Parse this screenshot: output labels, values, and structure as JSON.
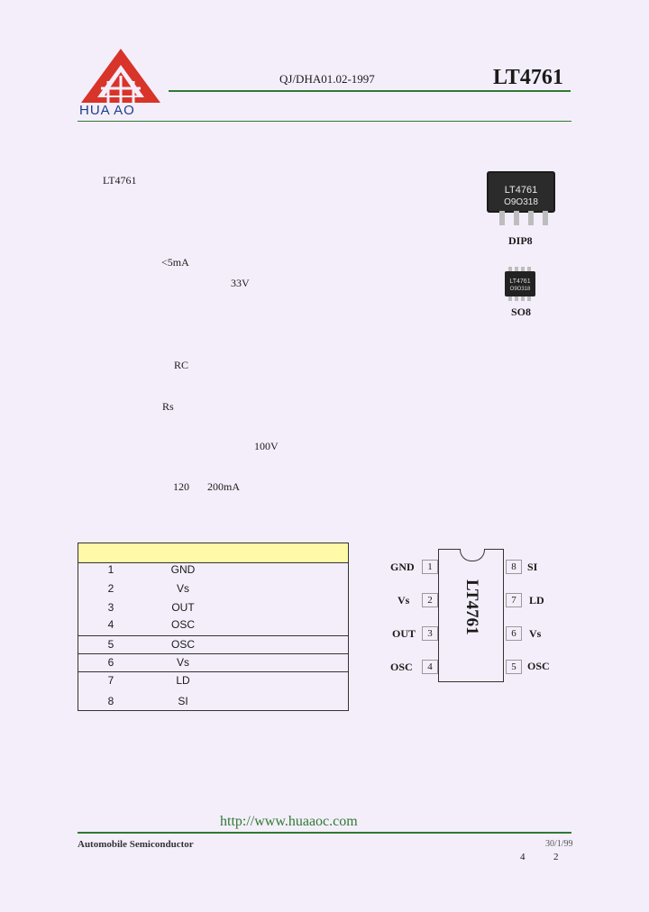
{
  "header": {
    "logo_text": "HUA AO",
    "doc_code": "QJ/DHA01.02-1997",
    "part_number": "LT4761"
  },
  "body": {
    "fragments": [
      "LT4761",
      "<5mA",
      "33V",
      "RC",
      "Rs",
      "100V",
      "120",
      "200mA"
    ]
  },
  "packages": {
    "dip_marking_1": "LT4761",
    "dip_marking_2": "O9O318",
    "dip_label": "DIP8",
    "so_marking_1": "LT4761",
    "so_marking_2": "O9O318",
    "so_label": "SO8"
  },
  "pin_table": {
    "rows": [
      {
        "num": "1",
        "name": "GND"
      },
      {
        "num": "2",
        "name": "Vs"
      },
      {
        "num": "3",
        "name": "OUT"
      },
      {
        "num": "4",
        "name": "OSC"
      },
      {
        "num": "5",
        "name": "OSC"
      },
      {
        "num": "6",
        "name": "Vs"
      },
      {
        "num": "7",
        "name": "LD"
      },
      {
        "num": "8",
        "name": "SI"
      }
    ]
  },
  "pinout": {
    "chip_label": "LT4761",
    "left": [
      {
        "num": "1",
        "name": "GND"
      },
      {
        "num": "2",
        "name": "Vs"
      },
      {
        "num": "3",
        "name": "OUT"
      },
      {
        "num": "4",
        "name": "OSC"
      }
    ],
    "right": [
      {
        "num": "8",
        "name": "SI"
      },
      {
        "num": "7",
        "name": "LD"
      },
      {
        "num": "6",
        "name": "Vs"
      },
      {
        "num": "5",
        "name": "OSC"
      }
    ]
  },
  "footer": {
    "url": "http://www.huaaoc.com",
    "company": "Automobile Semiconductor",
    "date": "30/1/99",
    "page_current": "4",
    "page_total": "2"
  },
  "colors": {
    "rule_green": "#2f7a32",
    "logo_red": "#d8342a",
    "logo_blue": "#1d3f8a",
    "table_header_yellow": "#fff9a8"
  }
}
